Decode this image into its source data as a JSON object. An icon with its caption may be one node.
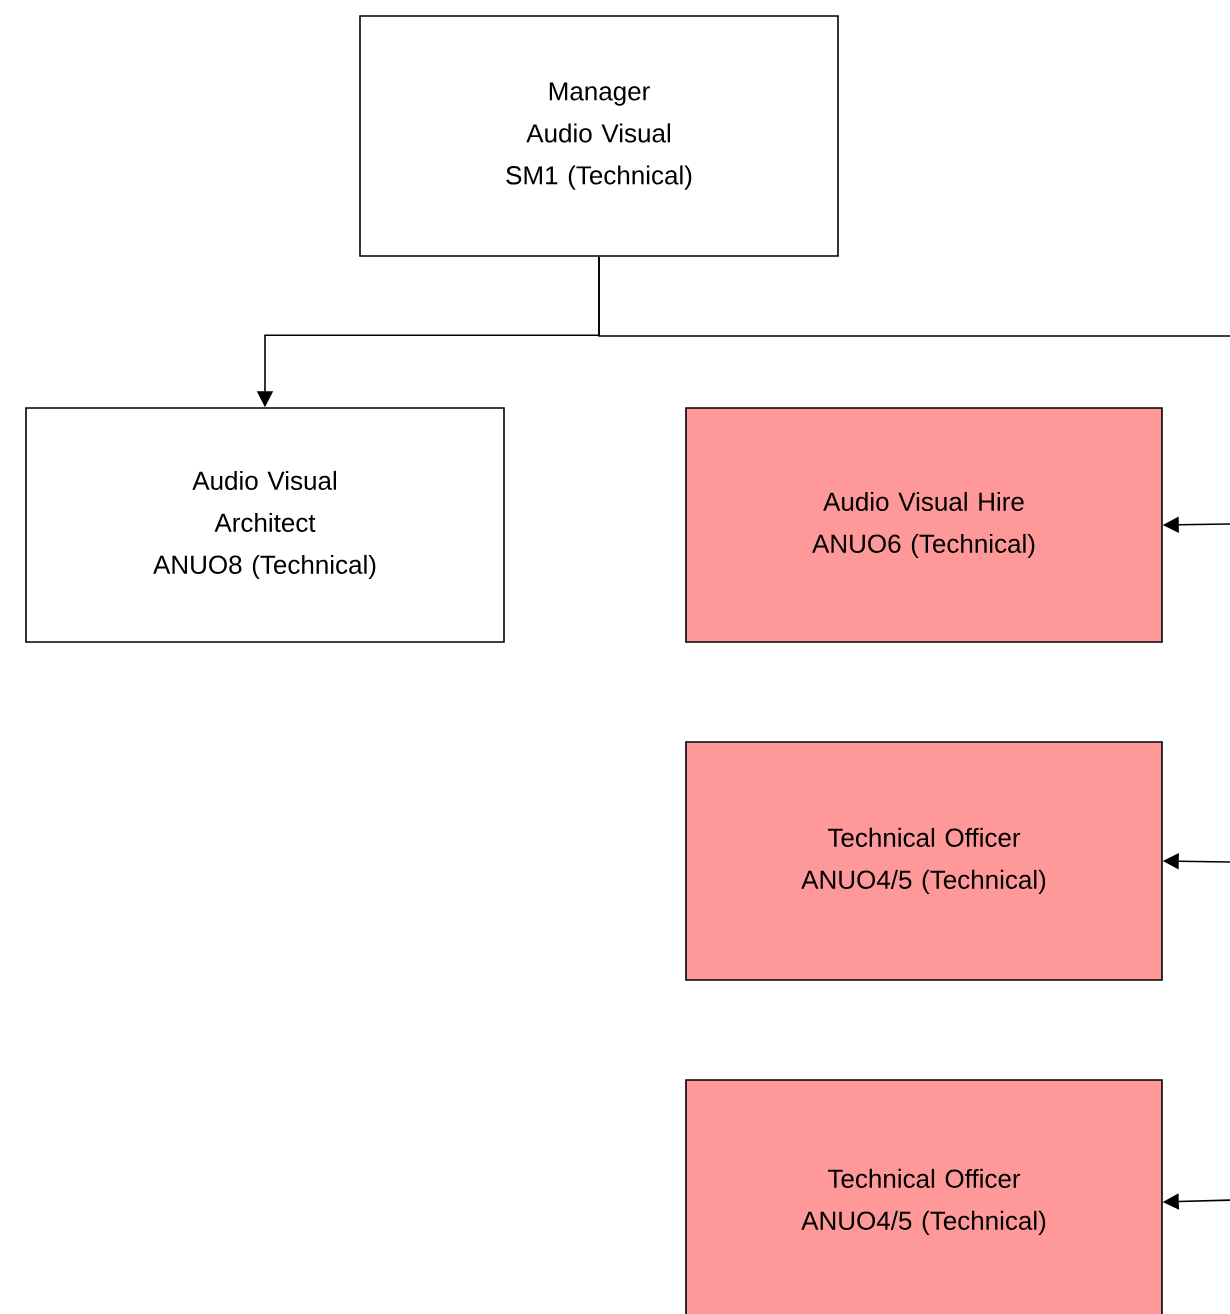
{
  "diagram": {
    "nodes": [
      {
        "text": [
          "Manager",
          "Audio Visual",
          "SM1 (Technical)"
        ]
      },
      {
        "text": [
          "Audio Visual Architect",
          "ANUO8 (Technical)"
        ]
      },
      {
        "text": [
          "Audio Visual Hire",
          "ANUO6 (Technical)"
        ]
      },
      {
        "text": [
          "Technical Officer",
          "ANUO4/5 (Technical)"
        ]
      },
      {
        "text": [
          "Technical Officer",
          "ANUO4/5 (Technical)"
        ]
      }
    ],
    "edges": [
      {
        "from": 0,
        "to": 1,
        "arrow": "to"
      },
      {
        "from": 0,
        "to": null,
        "arrow": "none"
      },
      {
        "from": null,
        "to": 2,
        "arrow": "to"
      },
      {
        "from": null,
        "to": 3,
        "arrow": "to"
      },
      {
        "from": null,
        "to": 4,
        "arrow": "to"
      }
    ]
  }
}
